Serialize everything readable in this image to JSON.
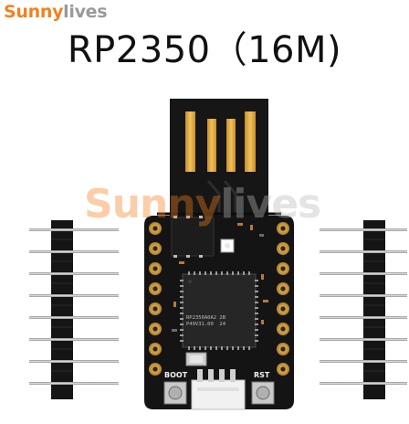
{
  "brand": {
    "name_primary": "Sunny",
    "name_secondary": "lives",
    "primary_color": "#f2811d",
    "secondary_color": "#9a9a9a"
  },
  "title": "RP2350（16M)",
  "board": {
    "button_left_label": "BOOT",
    "button_right_label": "RST",
    "chip_marking_line1": "RP2350A0A2 2B",
    "chip_marking_line2": "P49V31.00  24",
    "board_color": "#111111",
    "pad_color": "#d8a74a"
  }
}
